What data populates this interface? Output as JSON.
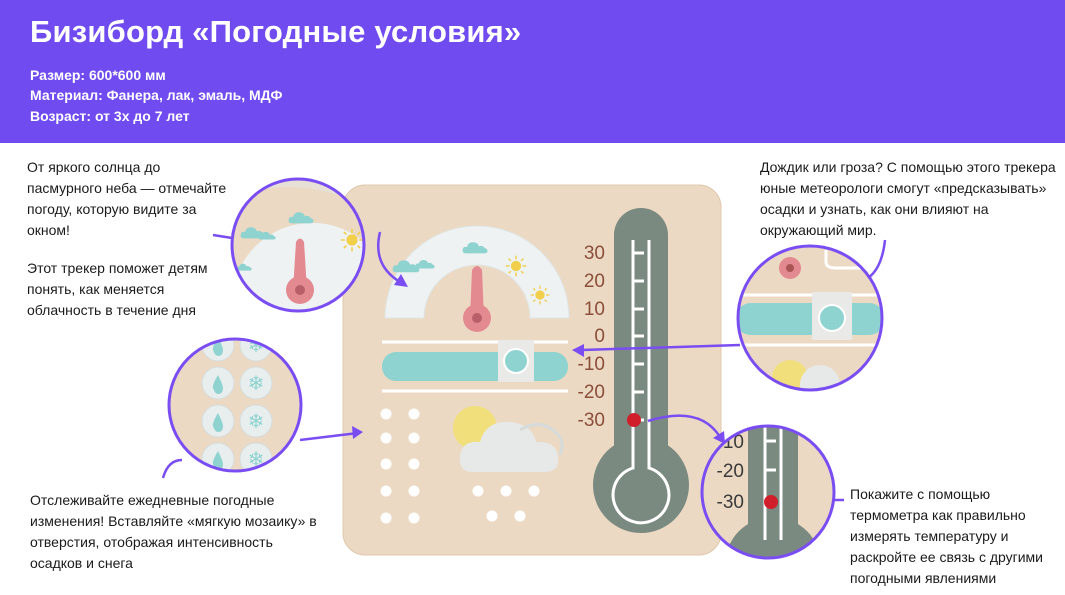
{
  "header": {
    "title": "Бизиборд «Погодные условия»",
    "size": "Размер: 600*600 мм",
    "material": "Материал: Фанера, лак, эмаль, МДФ",
    "age": "Возраст: от 3х до 7 лет"
  },
  "descriptions": {
    "weather_tracker_1": "От яркого солнца до пасмурного неба — отмечайте погоду, которую видите за окном!",
    "weather_tracker_2": "Этот трекер поможет детям понять, как меняется облачность в течение дня",
    "precipitation_tracker": "Дождик или гроза? С помощью этого трекера юные метеорологи смогут «предсказывать» осадки и узнать, как они влияют на окружающий мир.",
    "mosaic": "Отслеживайте ежедневные погодные изменения! Вставляйте «мягкую мозаику» в отверстия, отображая интенсивность осадков и снега",
    "thermometer": "Покажите с помощью термометра как правильно измерять температуру и раскройте ее связь с другими погодными явлениями"
  },
  "thermometer": {
    "scale": [
      "30",
      "20",
      "10",
      "0",
      "-10",
      "-20",
      "-30"
    ],
    "zoom_scale": [
      "10",
      "-20",
      "-30"
    ]
  },
  "colors": {
    "header_bg": "#6f4bf0",
    "accent": "#7a4df2",
    "board": "#ecd9c3",
    "thermo_green": "#7b8a80",
    "mint": "#8fd3d0",
    "pink": "#e38a91",
    "red_marker": "#d01f2a"
  }
}
